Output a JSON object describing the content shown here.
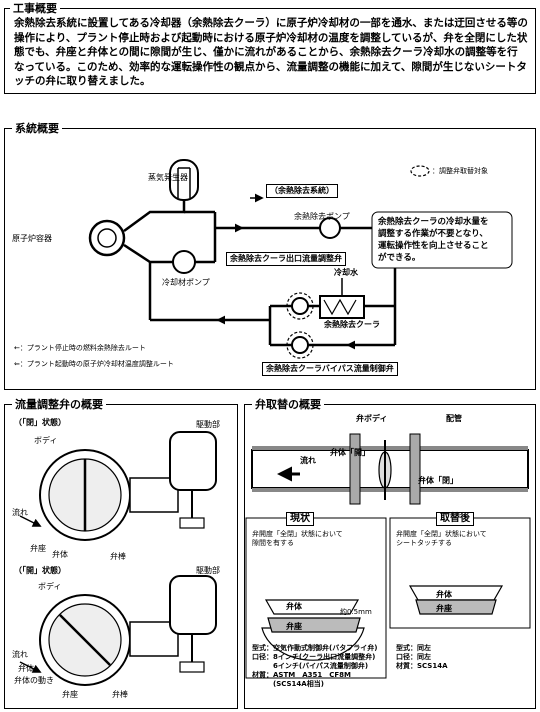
{
  "work": {
    "heading": "工事概要",
    "paragraph": "余熱除去系統に設置してある冷却器（余熱除去クーラ）に原子炉冷却材の一部を通水、または迂回させる等の操作により、プラント停止時および起動時における原子炉冷却材の温度を調整しているが、弁を全閉にした状態でも、弁座と弁体との間に隙間が生じ、僅かに流れがあることから、余熱除去クーラ冷却水の調整等を行なっている。このため、効率的な運転操作性の観点から、流量調整の機能に加えて、隙間が生じないシートタッチの弁に取り替えました。"
  },
  "system": {
    "heading": "系統概要",
    "steam_generator": "蒸気発生器",
    "reactor": "原子炉容器",
    "coolant_pump": "冷却材ポンプ",
    "rhr_system": "（余熱除去系統）",
    "rhr_pump": "余熱除去ポンプ",
    "outlet_valve": "余熱除去クーラ出口流量調整弁",
    "cooling_water": "冷却水",
    "rhr_cooler": "余熱除去クーラ",
    "bypass_valve": "余熱除去クーラバイパス流量制御弁",
    "legend_target": "：調整弁取替対象",
    "legend_shutdown": "←：プラント停止時の燃料余熱除去ルート",
    "legend_startup": "⇐：プラント起動時の原子炉冷却材温度調整ルート",
    "callout": [
      "余熱除去クーラの冷却水量を",
      "調整する作業が不要となり、",
      "運転操作性を向上させること",
      "ができる。"
    ]
  },
  "flow_valve": {
    "heading": "流量調整弁の概要",
    "closed_state": "（「閉」状態）",
    "open_state": "（「開」状態）",
    "actuator": "駆動部",
    "body": "ボディ",
    "flow": "流れ",
    "seat": "弁座",
    "disc": "弁体",
    "stem": "弁棒",
    "disc_motion": "弁体の動き"
  },
  "replace": {
    "heading": "弁取替の概要",
    "valve_body": "弁ボディ",
    "piping": "配管",
    "flow": "流れ",
    "disc_open": "弁体「開」",
    "disc_closed": "弁体「閉」",
    "current_title": "現状",
    "current_desc": [
      "弁開度「全閉」状態において",
      "隙間を有する"
    ],
    "after_title": "取替後",
    "after_desc": [
      "弁開度「全閉」状態において",
      "シートタッチする"
    ],
    "disc": "弁体",
    "seat": "弁座",
    "gap": "約0.5mm",
    "current_specs": [
      "型式：空気作動式制御弁(バタフライ弁)",
      "口径：8インチ(クーラ出口流量調整弁)",
      "　　　6インチ(バイパス流量制御弁)",
      "材質：ASTM　A351　CF8M",
      "　　　(SCS14A相当)"
    ],
    "after_specs": [
      "型式：同左",
      "口径：同左",
      "材質：SCS14A"
    ]
  }
}
